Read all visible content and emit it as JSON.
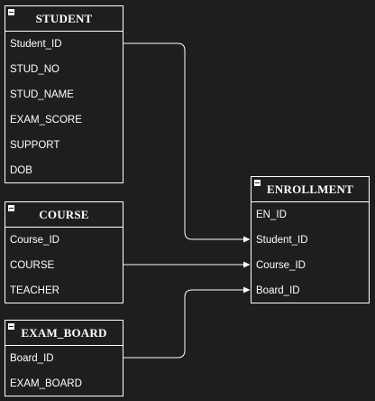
{
  "entities": {
    "student": {
      "title": "STUDENT",
      "fields": [
        "Student_ID",
        "STUD_NO",
        "STUD_NAME",
        "EXAM_SCORE",
        "SUPPORT",
        "DOB"
      ]
    },
    "course": {
      "title": "COURSE",
      "fields": [
        "Course_ID",
        "COURSE",
        "TEACHER"
      ]
    },
    "exam_board": {
      "title": "EXAM_BOARD",
      "fields": [
        "Board_ID",
        "EXAM_BOARD"
      ]
    },
    "enrollment": {
      "title": "ENROLLMENT",
      "fields": [
        "EN_ID",
        "Student_ID",
        "Course_ID",
        "Board_ID"
      ]
    }
  },
  "colors": {
    "background": "#1e1e1e",
    "stroke": "#ffffff",
    "text": "#ffffff"
  }
}
